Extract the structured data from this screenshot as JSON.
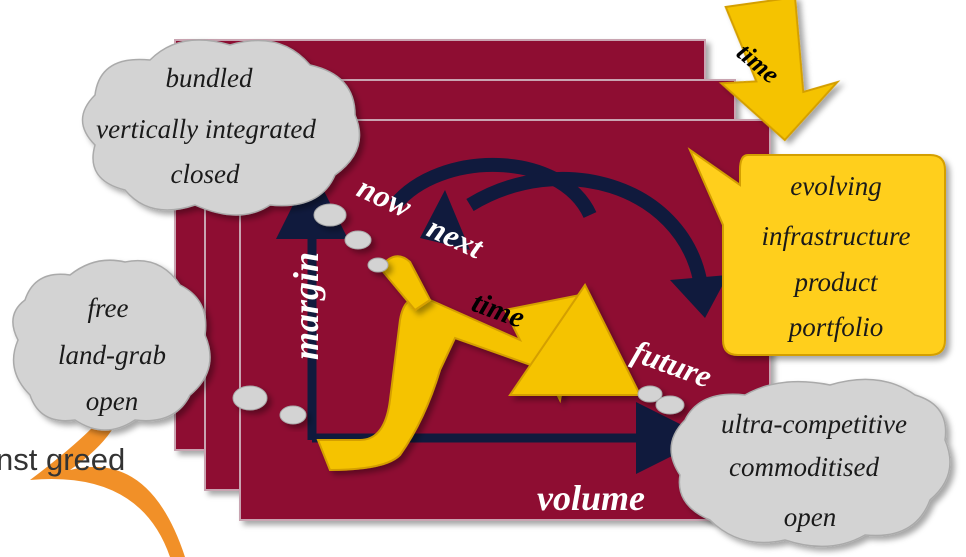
{
  "clouds": {
    "top_left": [
      "bundled",
      "vertically integrated",
      "closed"
    ],
    "mid_left": [
      "free",
      "land-grab",
      "open"
    ],
    "bottom_right": [
      "ultra-competitive",
      "commoditised",
      "open"
    ]
  },
  "callout": [
    "evolving",
    "infrastructure",
    "product",
    "portfolio"
  ],
  "labels": {
    "margin": "margin",
    "volume": "volume",
    "now": "now",
    "next": "next",
    "future": "future",
    "time_arrow": "time",
    "time_corner": "time",
    "footer_partial": "nst greed"
  },
  "colors": {
    "panel": "#8e0c33",
    "panel_edge": "#c9a4b1",
    "navy": "#101a3d",
    "gold": "#f5c300",
    "gold_light": "#ffd633",
    "cloud": "#d3d3d3",
    "orange": "#f08a1c"
  }
}
